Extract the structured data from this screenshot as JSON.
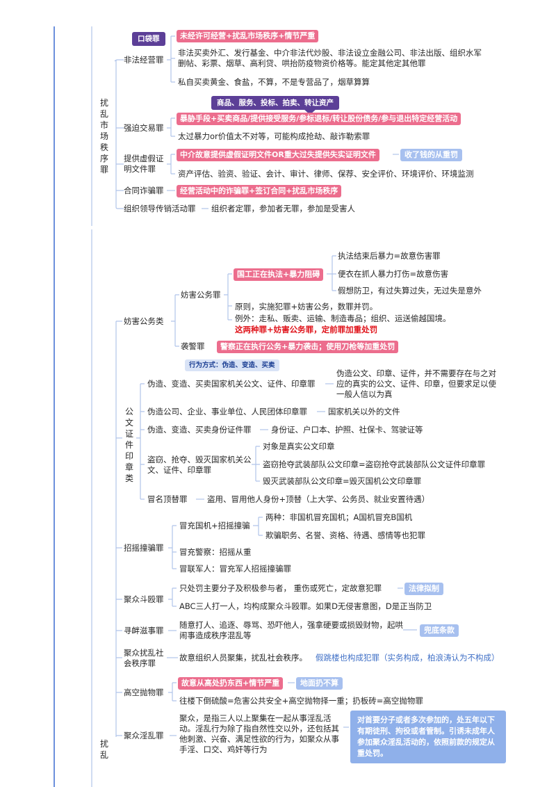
{
  "sec1": {
    "title": "扰乱市场秩序罪",
    "b1": {
      "label": "非法经营罪",
      "tag": "口袋罪",
      "h": "未经许可经营+扰乱市场秩序+情节严重",
      "t1": "非法买卖外汇、发行基金、中介非法代炒股、非法设立金融公司、非法出版、组织水军删帖、彩票、烟草、高利贷、哄抬防疫物资价格等。能定其他定其他罪",
      "t2": "私自买卖黄金、食盐，不算，不是专营品了，烟草算算"
    },
    "b2": {
      "label": "强迫交易罪",
      "tag": "商品、服务、投标、拍卖、转让资产",
      "h": "暴胁手段+买卖商品/提供接受服务/参标退标/转让股份债务/参与退出特定经营活动",
      "t1": "太过暴力or价值太不对等，可能构成抢劫、敲诈勒索罪"
    },
    "b3": {
      "label": "提供虚假证明文件罪",
      "h": "中介故意提供虚假证明文件OR重大过失提供失实证明文件",
      "side": "收了钱的从重罚",
      "t1": "资产评估、验资、验证、会计、审计、律师、保荐、安全评价、环境评价、环境监测"
    },
    "b4": {
      "label": "合同诈骗罪",
      "h": "经营活动中的诈骗罪+签订合同+扰乱市场秩序"
    },
    "b5": {
      "label": "组织领导传销活动罪",
      "t1": "组织者定罪，参加者无罪，参加是受害人"
    }
  },
  "sec2": {
    "title": "扰乱",
    "g1": {
      "label": "妨害公务类",
      "c1": {
        "label": "妨害公务罪",
        "h": "国工正在执法+暴力阻碍",
        "s1": "执法结束后暴力=故意伤害罪",
        "s2": "便衣在抓人暴力打伤=故意伤害",
        "s3": "假想防卫，有过失算过失，无过失是意外",
        "t1": "原则，实施犯罪+妨害公务，数罪并罚。",
        "t2": "例外：走私、贩卖、运输、制造毒品；组织、运送偷越国境。",
        "red": "这两种罪+妨害公务罪，定前罪加重处罚"
      },
      "c2": {
        "label": "袭警罪",
        "h": "警察正在执行公务+暴力袭击；使用刀枪等加重处罚"
      }
    },
    "g2": {
      "label": "公文证件印章类",
      "note": "行为方式：伪造、变造、买卖",
      "c1": {
        "label": "伪造、变造、买卖国家机关公文、证件、印章罪",
        "t1": "伪造公文、印章、证件，并不需要存在与之对应的真实的公文、证件、印章，但要求足以使一般人信以为真"
      },
      "c2": {
        "label": "伪造公司、企业、事业单位、人民团体印章罪",
        "t1": "国家机关以外的文件"
      },
      "c3": {
        "label": "伪造、变造、买卖身份证件罪",
        "t1": "身份证、户口本、护照、社保卡、驾驶证等"
      },
      "c4": {
        "label": "盗窃、抢夺、毁灭国家机关公文、证件、印章罪",
        "s1": "对象是真实公文印章",
        "s2": "盗窃抢夺武装部队公文印章=盗窃抢夺武装部队公文证件印章罪",
        "s3": "毁灭武装部队公文印章=毁灭国机公文印章罪"
      },
      "c5": {
        "label": "冒名顶替罪",
        "t1": "盗用、冒用他人身份+顶替（上大学、公务员、就业安置待遇）"
      }
    },
    "g3": {
      "label": "招摇撞骗罪",
      "c1": {
        "label": "冒充国机+招摇撞骗",
        "s1": "两种：非国机冒充国机；A国机冒充B国机",
        "s2": "欺骗职务、名誉、资格、待遇、感情等也犯罪"
      },
      "c2": "冒充警察：招摇从重",
      "c3": "冒联军人：冒充军人招摇撞骗罪"
    },
    "g4": {
      "label": "聚众斗殴罪",
      "t1": "只处罚主要分子及积极参与者， 重伤或死亡，定故意犯罪",
      "side": "法律拟制",
      "t2": "ABC三人打一人，均构成聚众斗殴罪。如果D无侵害意图，D是正当防卫"
    },
    "g5": {
      "label": "寻衅滋事罪",
      "t1": "随意打人、追逐、辱骂、恐吓他人，强拿硬要或损毁财物，起哄闹事造成秩序混乱等",
      "side": "兜底条款"
    },
    "g6": {
      "label": "聚众扰乱社会秩序罪",
      "t1": "故意组织人员聚集，扰乱社会秩序。",
      "t2": "假跳楼也构成犯罪（实务构成，柏浪涛认为不构成）"
    },
    "g7": {
      "label": "高空抛物罪",
      "h": "故意从高处扔东西+情节严重",
      "side": "地面扔不算",
      "t1": "往楼下倒硫酸=危害公共安全+高空抛物择一重；扔板砖=高空抛物罪"
    },
    "g8": {
      "label": "聚众淫乱罪",
      "t1": "聚众，是指三人以上聚集在一起从事淫乱活动。淫乱行为除了指自然性交以外，还包括其他刺激、兴奋、满足性欲的行为，如聚众从事手淫、口交、鸡奸等行为",
      "side": "对首要分子或者多次参加的，处五年以下有期徒刑、拘役或者管制。引诱未成年人参加聚众淫乱活动的，依照前款的规定从重处罚。"
    }
  }
}
